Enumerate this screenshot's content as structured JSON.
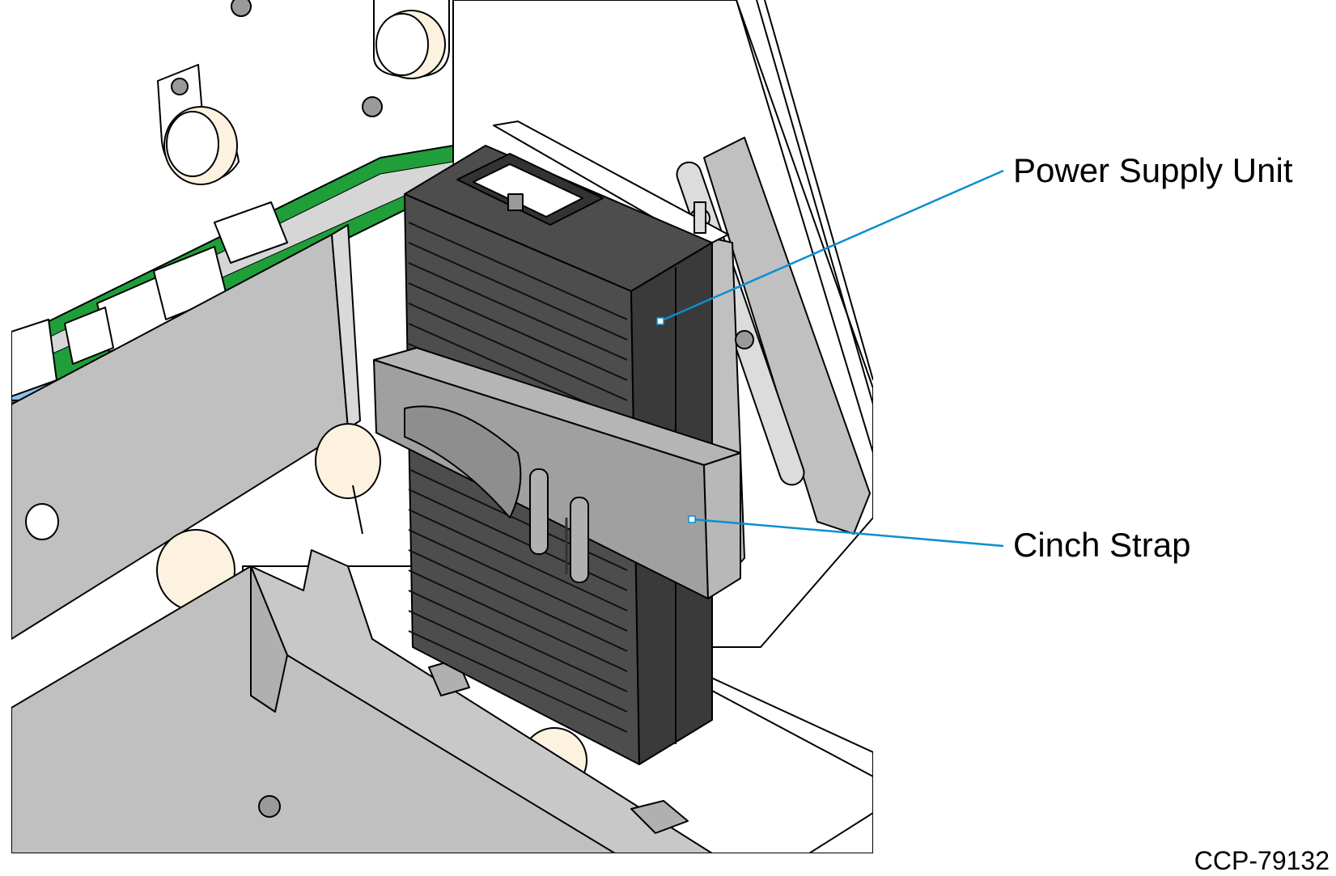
{
  "callouts": [
    {
      "label": "Power Supply Unit",
      "target": "power-supply-unit"
    },
    {
      "label": "Cinch Strap",
      "target": "cinch-strap"
    }
  ],
  "figure_id": "CCP-79132",
  "colors": {
    "psu_body": "#4d4d4d",
    "psu_dark": "#333333",
    "sheet_metal": "#c0c0c0",
    "pcb_green": "#1f9e3a",
    "roller": "#fdf2e0",
    "callout_line": "#0a8fd0",
    "outline": "#000000"
  }
}
